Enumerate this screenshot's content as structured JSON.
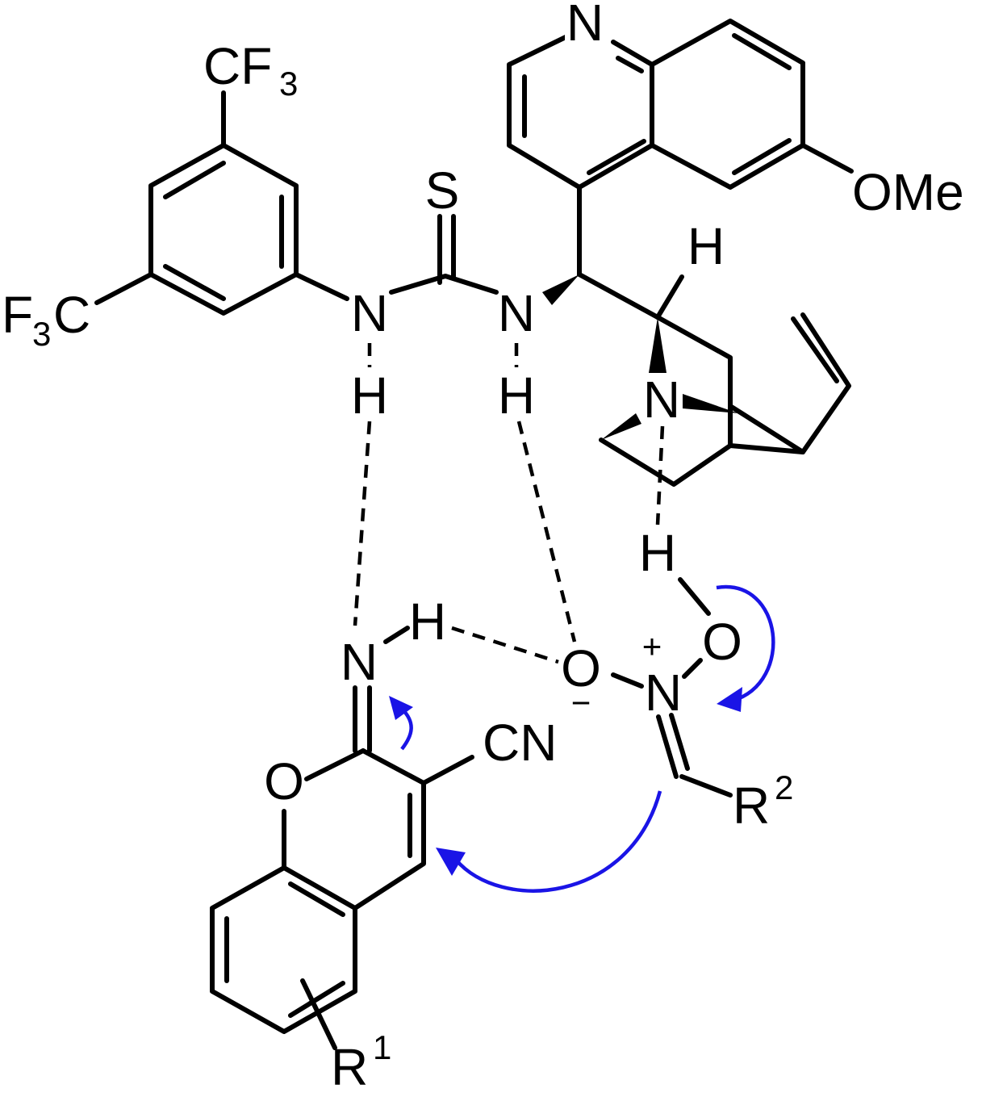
{
  "atoms": {
    "quinoline_n": "N",
    "methoxy": "OMe",
    "cf3_top_text": "CF",
    "cf3_top_sub": "3",
    "cf3_left_pre": "F",
    "cf3_left_sub": "3",
    "cf3_left_post": "C",
    "thio_s": "S",
    "thiourea_n1": "N",
    "thiourea_n2": "N",
    "thiourea_h1": "H",
    "thiourea_h2": "H",
    "bridgehead_h": "H",
    "quinuclidine_n": "N",
    "nitronic_h": "H",
    "nitronic_o": "O",
    "nitro_n": "N",
    "nitro_o_minus": "O",
    "imine_h": "H",
    "imine_n": "N",
    "chromene_o": "O",
    "cyano": "CN",
    "r1_letter": "R",
    "r1_sup": "1",
    "r2_letter": "R",
    "r2_sup": "2",
    "plus_charge": "+",
    "minus_charge": "−"
  },
  "colors": {
    "bonds": "#000000",
    "electron_arrows": "#1a14e6"
  }
}
